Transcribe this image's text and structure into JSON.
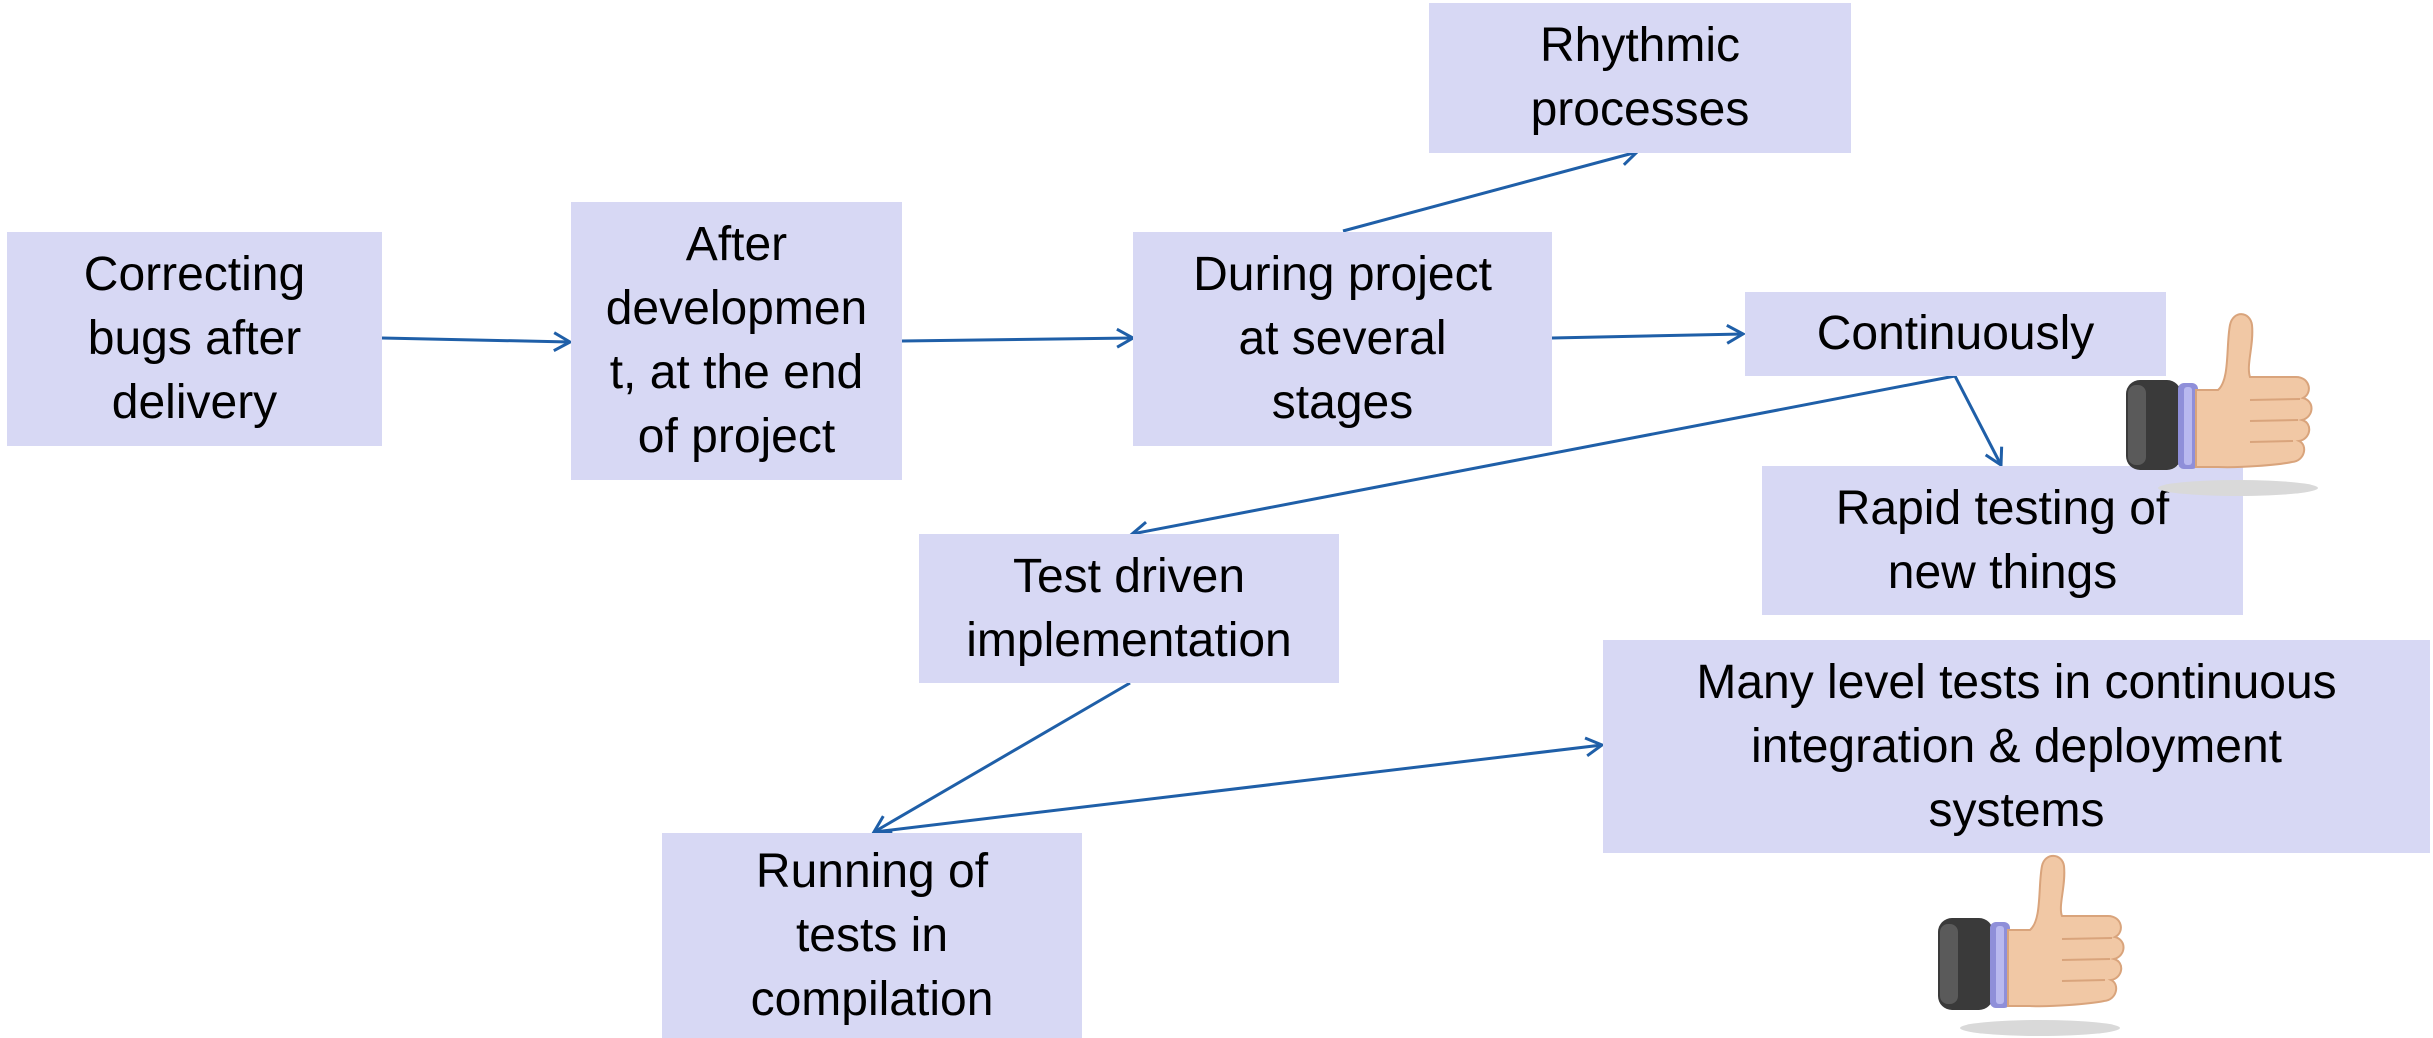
{
  "nodes": {
    "correcting": "Correcting\nbugs after\ndelivery",
    "after_dev": "After\ndevelopmen\nt, at the end\nof project",
    "during": "During project\nat several\nstages",
    "rhythmic": "Rhythmic\nprocesses",
    "continuously": "Continuously",
    "rapid": "Rapid testing of\nnew things",
    "tdd": "Test driven\nimplementation",
    "running": "Running of\ntests in\ncompilation",
    "many_level": "Many level tests in continuous\nintegration & deployment\nsystems"
  },
  "edges": [
    {
      "from": "correcting",
      "to": "after_dev"
    },
    {
      "from": "after_dev",
      "to": "during"
    },
    {
      "from": "during",
      "to": "rhythmic"
    },
    {
      "from": "during",
      "to": "continuously"
    },
    {
      "from": "continuously",
      "to": "rapid"
    },
    {
      "from": "continuously",
      "to": "tdd"
    },
    {
      "from": "tdd",
      "to": "running"
    },
    {
      "from": "running",
      "to": "many_level"
    }
  ],
  "colors": {
    "box_fill": "#d7d8f4",
    "arrow": "#1f5fa8",
    "text": "#000000"
  },
  "icons": [
    "thumbs-up-icon",
    "thumbs-up-icon"
  ]
}
